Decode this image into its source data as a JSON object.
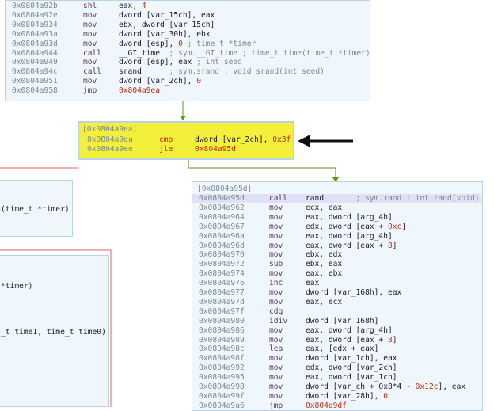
{
  "top_block": {
    "lines": [
      {
        "addr": "0x0804a92b",
        "mn": "shl",
        "op": "eax, ",
        "num": "4",
        "comment": ""
      },
      {
        "addr": "0x0804a92e",
        "mn": "mov",
        "op": "dword [var_15ch], eax",
        "num": "",
        "comment": ""
      },
      {
        "addr": "0x0804a934",
        "mn": "mov",
        "op": "ebx, dword [var_15ch]",
        "num": "",
        "comment": ""
      },
      {
        "addr": "0x0804a93a",
        "mn": "mov",
        "op": "dword [var_30h], ebx",
        "num": "",
        "comment": ""
      },
      {
        "addr": "0x0804a93d",
        "mn": "mov",
        "op": "dword [esp], ",
        "num": "0",
        "comment": " ; time_t *timer"
      },
      {
        "addr": "0x0804a944",
        "mn": "call",
        "op": "__GI_time",
        "num": "",
        "comment": "  ; sym.__GI_time ; time_t time(time_t *timer)"
      },
      {
        "addr": "0x0804a949",
        "mn": "mov",
        "op": "dword [esp], eax",
        "num": "",
        "comment": " ; int seed"
      },
      {
        "addr": "0x0804a94c",
        "mn": "call",
        "op": "srand",
        "num": "",
        "comment": "      ; sym.srand ; void srand(int seed)"
      },
      {
        "addr": "0x0804a951",
        "mn": "mov",
        "op": "dword [var_2ch], ",
        "num": "0",
        "comment": ""
      },
      {
        "addr": "0x0804a958",
        "mn": "jmp",
        "op": "",
        "num": "0x804a9ea",
        "comment": ""
      }
    ]
  },
  "cmp_block": {
    "header": "[0x0804a9ea]",
    "lines": [
      {
        "addr": "0x0804a9ea",
        "mn": "cmp",
        "op": "dword [var_2ch], ",
        "num": "0x3f"
      },
      {
        "addr": "0x0804a9ee",
        "mn": "jle",
        "op": "",
        "num": "0x804a95d"
      }
    ]
  },
  "left_fragment_1": {
    "text": "(time_t *timer)"
  },
  "left_fragment_2": {
    "text_a": "*timer)",
    "text_b": "_t time1, time_t time0)"
  },
  "right_block": {
    "header": "[0x0804a95d]",
    "lines": [
      {
        "addr": "0x0804a95d",
        "mn": "call",
        "op": "rand",
        "num": "",
        "tail": "",
        "comment": "       ; sym.rand ; int rand(void)"
      },
      {
        "addr": "0x0804a962",
        "mn": "mov",
        "op": "ecx, eax",
        "num": "",
        "tail": "",
        "comment": ""
      },
      {
        "addr": "0x0804a964",
        "mn": "mov",
        "op": "eax, dword [arg_4h]",
        "num": "",
        "tail": "",
        "comment": ""
      },
      {
        "addr": "0x0804a967",
        "mn": "mov",
        "op": "edx, dword [eax + ",
        "num": "0xc",
        "tail": "]",
        "comment": ""
      },
      {
        "addr": "0x0804a96a",
        "mn": "mov",
        "op": "eax, dword [arg_4h]",
        "num": "",
        "tail": "",
        "comment": ""
      },
      {
        "addr": "0x0804a96d",
        "mn": "mov",
        "op": "eax, dword [eax + ",
        "num": "8",
        "tail": "]",
        "comment": ""
      },
      {
        "addr": "0x0804a970",
        "mn": "mov",
        "op": "ebx, edx",
        "num": "",
        "tail": "",
        "comment": ""
      },
      {
        "addr": "0x0804a972",
        "mn": "sub",
        "op": "ebx, eax",
        "num": "",
        "tail": "",
        "comment": ""
      },
      {
        "addr": "0x0804a974",
        "mn": "mov",
        "op": "eax, ebx",
        "num": "",
        "tail": "",
        "comment": ""
      },
      {
        "addr": "0x0804a976",
        "mn": "inc",
        "op": "eax",
        "num": "",
        "tail": "",
        "comment": ""
      },
      {
        "addr": "0x0804a977",
        "mn": "mov",
        "op": "dword [var_168h], eax",
        "num": "",
        "tail": "",
        "comment": ""
      },
      {
        "addr": "0x0804a97d",
        "mn": "mov",
        "op": "eax, ecx",
        "num": "",
        "tail": "",
        "comment": ""
      },
      {
        "addr": "0x0804a97f",
        "mn": "cdq",
        "op": "",
        "num": "",
        "tail": "",
        "comment": ""
      },
      {
        "addr": "0x0804a980",
        "mn": "idiv",
        "op": "dword [var_168h]",
        "num": "",
        "tail": "",
        "comment": ""
      },
      {
        "addr": "0x0804a986",
        "mn": "mov",
        "op": "eax, dword [arg_4h]",
        "num": "",
        "tail": "",
        "comment": ""
      },
      {
        "addr": "0x0804a989",
        "mn": "mov",
        "op": "eax, dword [eax + ",
        "num": "8",
        "tail": "]",
        "comment": ""
      },
      {
        "addr": "0x0804a98c",
        "mn": "lea",
        "op": "eax, [edx + eax]",
        "num": "",
        "tail": "",
        "comment": ""
      },
      {
        "addr": "0x0804a98f",
        "mn": "mov",
        "op": "dword [var_1ch], eax",
        "num": "",
        "tail": "",
        "comment": ""
      },
      {
        "addr": "0x0804a992",
        "mn": "mov",
        "op": "edx, dword [var_2ch]",
        "num": "",
        "tail": "",
        "comment": ""
      },
      {
        "addr": "0x0804a995",
        "mn": "mov",
        "op": "eax, dword [var_1ch]",
        "num": "",
        "tail": "",
        "comment": ""
      },
      {
        "addr": "0x0804a998",
        "mn": "mov",
        "op": "dword [var_ch + 0x8*4 - ",
        "num": "0x12c",
        "tail": "], eax",
        "comment": ""
      },
      {
        "addr": "0x0804a99f",
        "mn": "mov",
        "op": "dword [var_28h], ",
        "num": "0",
        "tail": "",
        "comment": ""
      },
      {
        "addr": "0x0804a9a6",
        "mn": "jmp",
        "op": "",
        "num": "0x804a9df",
        "tail": "",
        "comment": ""
      }
    ]
  },
  "colors": {
    "node_bg": "#f0f7fc",
    "node_border": "#b8d4e6",
    "highlight": "#f3ef3a",
    "selected_row": "#e2e0f5",
    "edge_green": "#6b8e23",
    "edge_red": "#e06060",
    "arrow": "#111111"
  }
}
